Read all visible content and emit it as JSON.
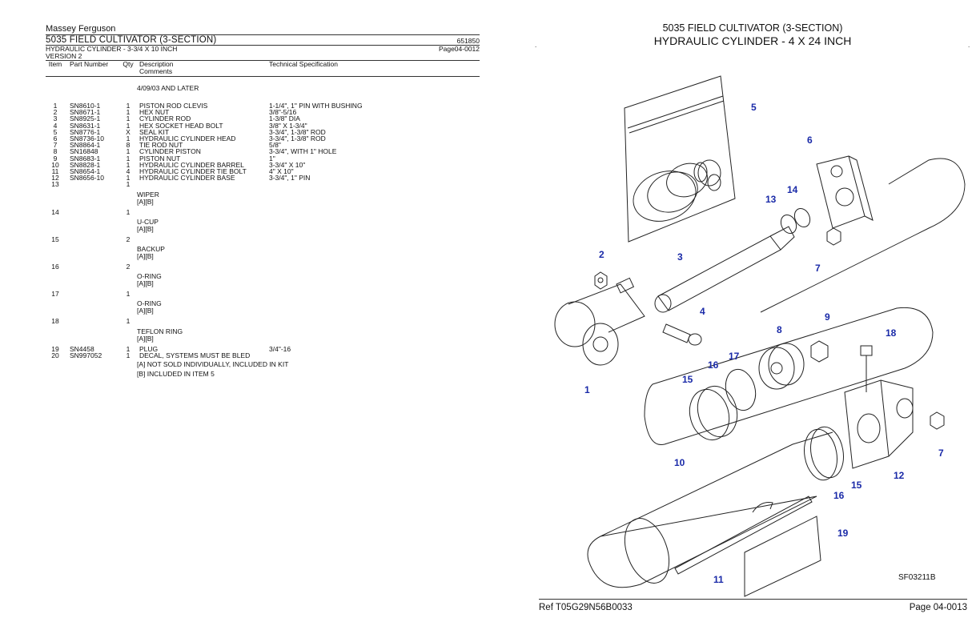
{
  "left": {
    "brand": "Massey Ferguson",
    "title": "5035 FIELD CULTIVATOR (3-SECTION)",
    "doc_number": "651850",
    "subtitle": "HYDRAULIC CYLINDER - 3-3/4 X 10 INCH",
    "page": "Page04-0012",
    "version": "VERSION 2",
    "headers": {
      "item": "Item",
      "part_number": "Part Number",
      "qty": "Qty",
      "description": "Description",
      "comments": "Comments",
      "tech_spec": "Technical Specification"
    },
    "range": "4/09/03 AND LATER",
    "rows": [
      {
        "item": "1",
        "part": "SN8610-1",
        "qty": "1",
        "desc": "PISTON ROD CLEVIS",
        "spec": "1-1/4\", 1\" PIN WITH BUSHING",
        "sub": []
      },
      {
        "item": "2",
        "part": "SN8671-1",
        "qty": "1",
        "desc": "HEX NUT",
        "spec": "3/8\"-5/16",
        "sub": []
      },
      {
        "item": "3",
        "part": "SN8925-1",
        "qty": "1",
        "desc": "CYLINDER ROD",
        "spec": "1-3/8\" DIA",
        "sub": []
      },
      {
        "item": "4",
        "part": "SN8631-1",
        "qty": "1",
        "desc": "HEX SOCKET HEAD BOLT",
        "spec": "3/8\" X 1-3/4\"",
        "sub": []
      },
      {
        "item": "5",
        "part": "SN8776-1",
        "qty": "X",
        "desc": "SEAL KIT",
        "spec": "3-3/4\", 1-3/8\" ROD",
        "sub": []
      },
      {
        "item": "6",
        "part": "SN8736-10",
        "qty": "1",
        "desc": "HYDRAULIC CYLINDER HEAD",
        "spec": "3-3/4\", 1-3/8\" ROD",
        "sub": []
      },
      {
        "item": "7",
        "part": "SN8864-1",
        "qty": "8",
        "desc": "TIE ROD NUT",
        "spec": "5/8\"",
        "sub": []
      },
      {
        "item": "8",
        "part": "SN16848",
        "qty": "1",
        "desc": "CYLINDER PISTON",
        "spec": "3-3/4\", WITH 1\" HOLE",
        "sub": []
      },
      {
        "item": "9",
        "part": "SN8683-1",
        "qty": "1",
        "desc": "PISTON NUT",
        "spec": "1\"",
        "sub": []
      },
      {
        "item": "10",
        "part": "SN8828-1",
        "qty": "1",
        "desc": "HYDRAULIC CYLINDER BARREL",
        "spec": "3-3/4\" X 10\"",
        "sub": []
      },
      {
        "item": "11",
        "part": "SN8654-1",
        "qty": "4",
        "desc": "HYDRAULIC CYLINDER TIE BOLT",
        "spec": "4\" X 10\"",
        "sub": []
      },
      {
        "item": "12",
        "part": "SN8656-10",
        "qty": "1",
        "desc": "HYDRAULIC CYLINDER BASE",
        "spec": "3-3/4\", 1\" PIN",
        "sub": []
      },
      {
        "item": "13",
        "part": "",
        "qty": "1",
        "desc": "",
        "spec": "",
        "sub": [
          "WIPER",
          "[A][B]"
        ]
      },
      {
        "item": "14",
        "part": "",
        "qty": "1",
        "desc": "",
        "spec": "",
        "sub": [
          "U-CUP",
          "[A][B]"
        ]
      },
      {
        "item": "15",
        "part": "",
        "qty": "2",
        "desc": "",
        "spec": "",
        "sub": [
          "BACKUP",
          "[A][B]"
        ]
      },
      {
        "item": "16",
        "part": "",
        "qty": "2",
        "desc": "",
        "spec": "",
        "sub": [
          "O-RING",
          "[A][B]"
        ]
      },
      {
        "item": "17",
        "part": "",
        "qty": "1",
        "desc": "",
        "spec": "",
        "sub": [
          "O-RING",
          "[A][B]"
        ]
      },
      {
        "item": "18",
        "part": "",
        "qty": "1",
        "desc": "",
        "spec": "",
        "sub": [
          "TEFLON RING",
          "[A][B]"
        ]
      },
      {
        "item": "19",
        "part": "SN4458",
        "qty": "1",
        "desc": "PLUG",
        "spec": "3/4\"-16",
        "sub": []
      },
      {
        "item": "20",
        "part": "SN997052",
        "qty": "1",
        "desc": "DECAL, SYSTEMS MUST BE BLED",
        "spec": "",
        "sub": []
      }
    ],
    "notes": [
      "[A] NOT SOLD INDIVIDUALLY, INCLUDED IN KIT",
      "[B] INCLUDED IN ITEM 5"
    ]
  },
  "right": {
    "title1": "5035 FIELD CULTIVATOR (3-SECTION)",
    "title2": "HYDRAULIC CYLINDER - 4 X 24 INCH",
    "dot": ".",
    "callouts": [
      "1",
      "2",
      "3",
      "4",
      "5",
      "6",
      "7",
      "8",
      "9",
      "10",
      "11",
      "12",
      "13",
      "14",
      "15",
      "16",
      "17",
      "18",
      "19",
      "7",
      "15",
      "16"
    ],
    "figure_id": "SF03211B",
    "ref": "Ref  T05G29N56B0033",
    "page": "Page  04-0013"
  }
}
